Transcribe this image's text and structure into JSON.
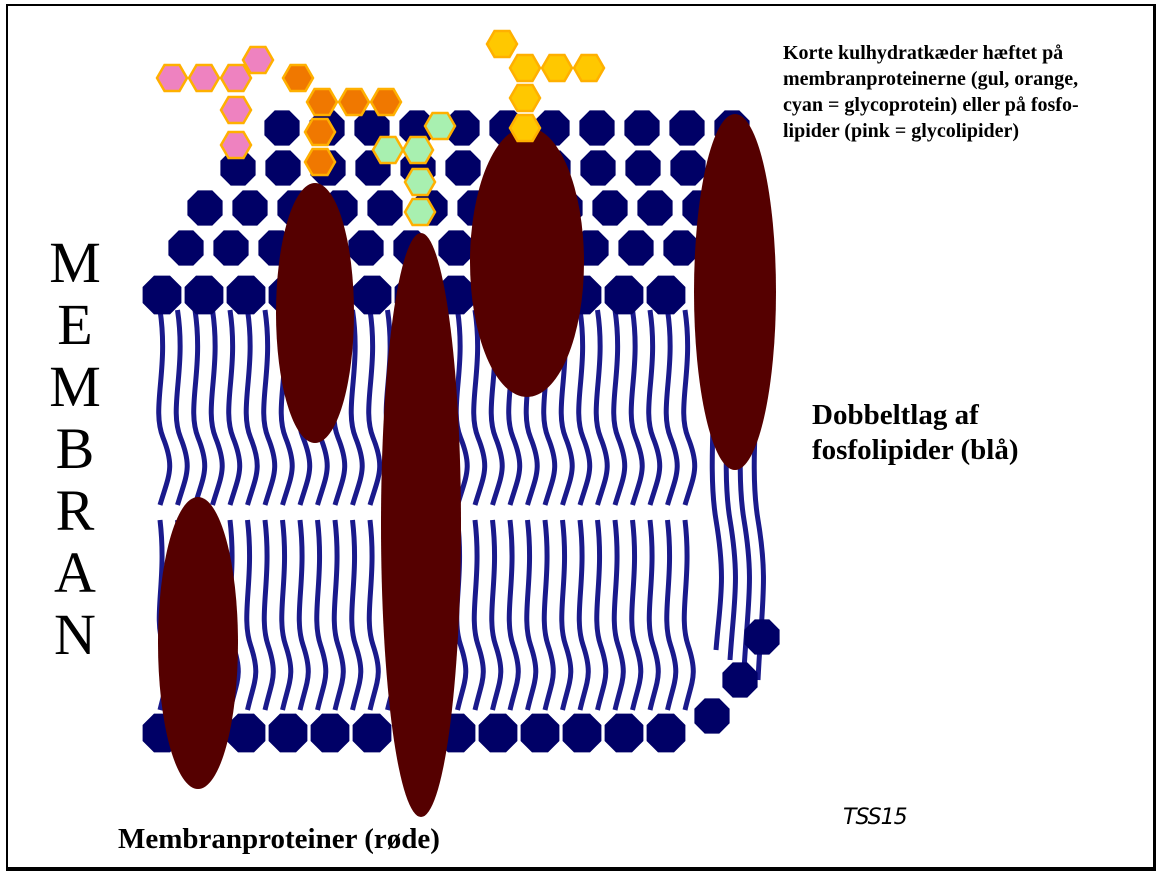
{
  "vertical_word": [
    "M",
    "E",
    "M",
    "B",
    "R",
    "A",
    "N"
  ],
  "caption_carbohydrates": [
    "Korte kulhydratkæder hæftet på",
    "membranproteinerne (gul, orange,",
    "cyan  = glycoprotein) eller på fosfo-",
    "lipider (pink = glycolipider)"
  ],
  "caption_bilayer": [
    "Dobbeltlag af",
    "fosfolipider (blå)"
  ],
  "caption_proteins": "Membranproteiner (røde)",
  "signature": "TSS15",
  "colors": {
    "phospholipid": "#000066",
    "phospholipid_tail": "#1a1a8c",
    "protein": "#550000",
    "carb_pink": "#ee82c0",
    "carb_orange": "#f07800",
    "carb_cyan": "#a8f0b0",
    "carb_yellow": "#ffc800",
    "carb_outline": "#ffb000"
  },
  "icons": [
    "phospholipid-head-icon",
    "protein-ellipse",
    "carbohydrate-hexagon-icon"
  ]
}
